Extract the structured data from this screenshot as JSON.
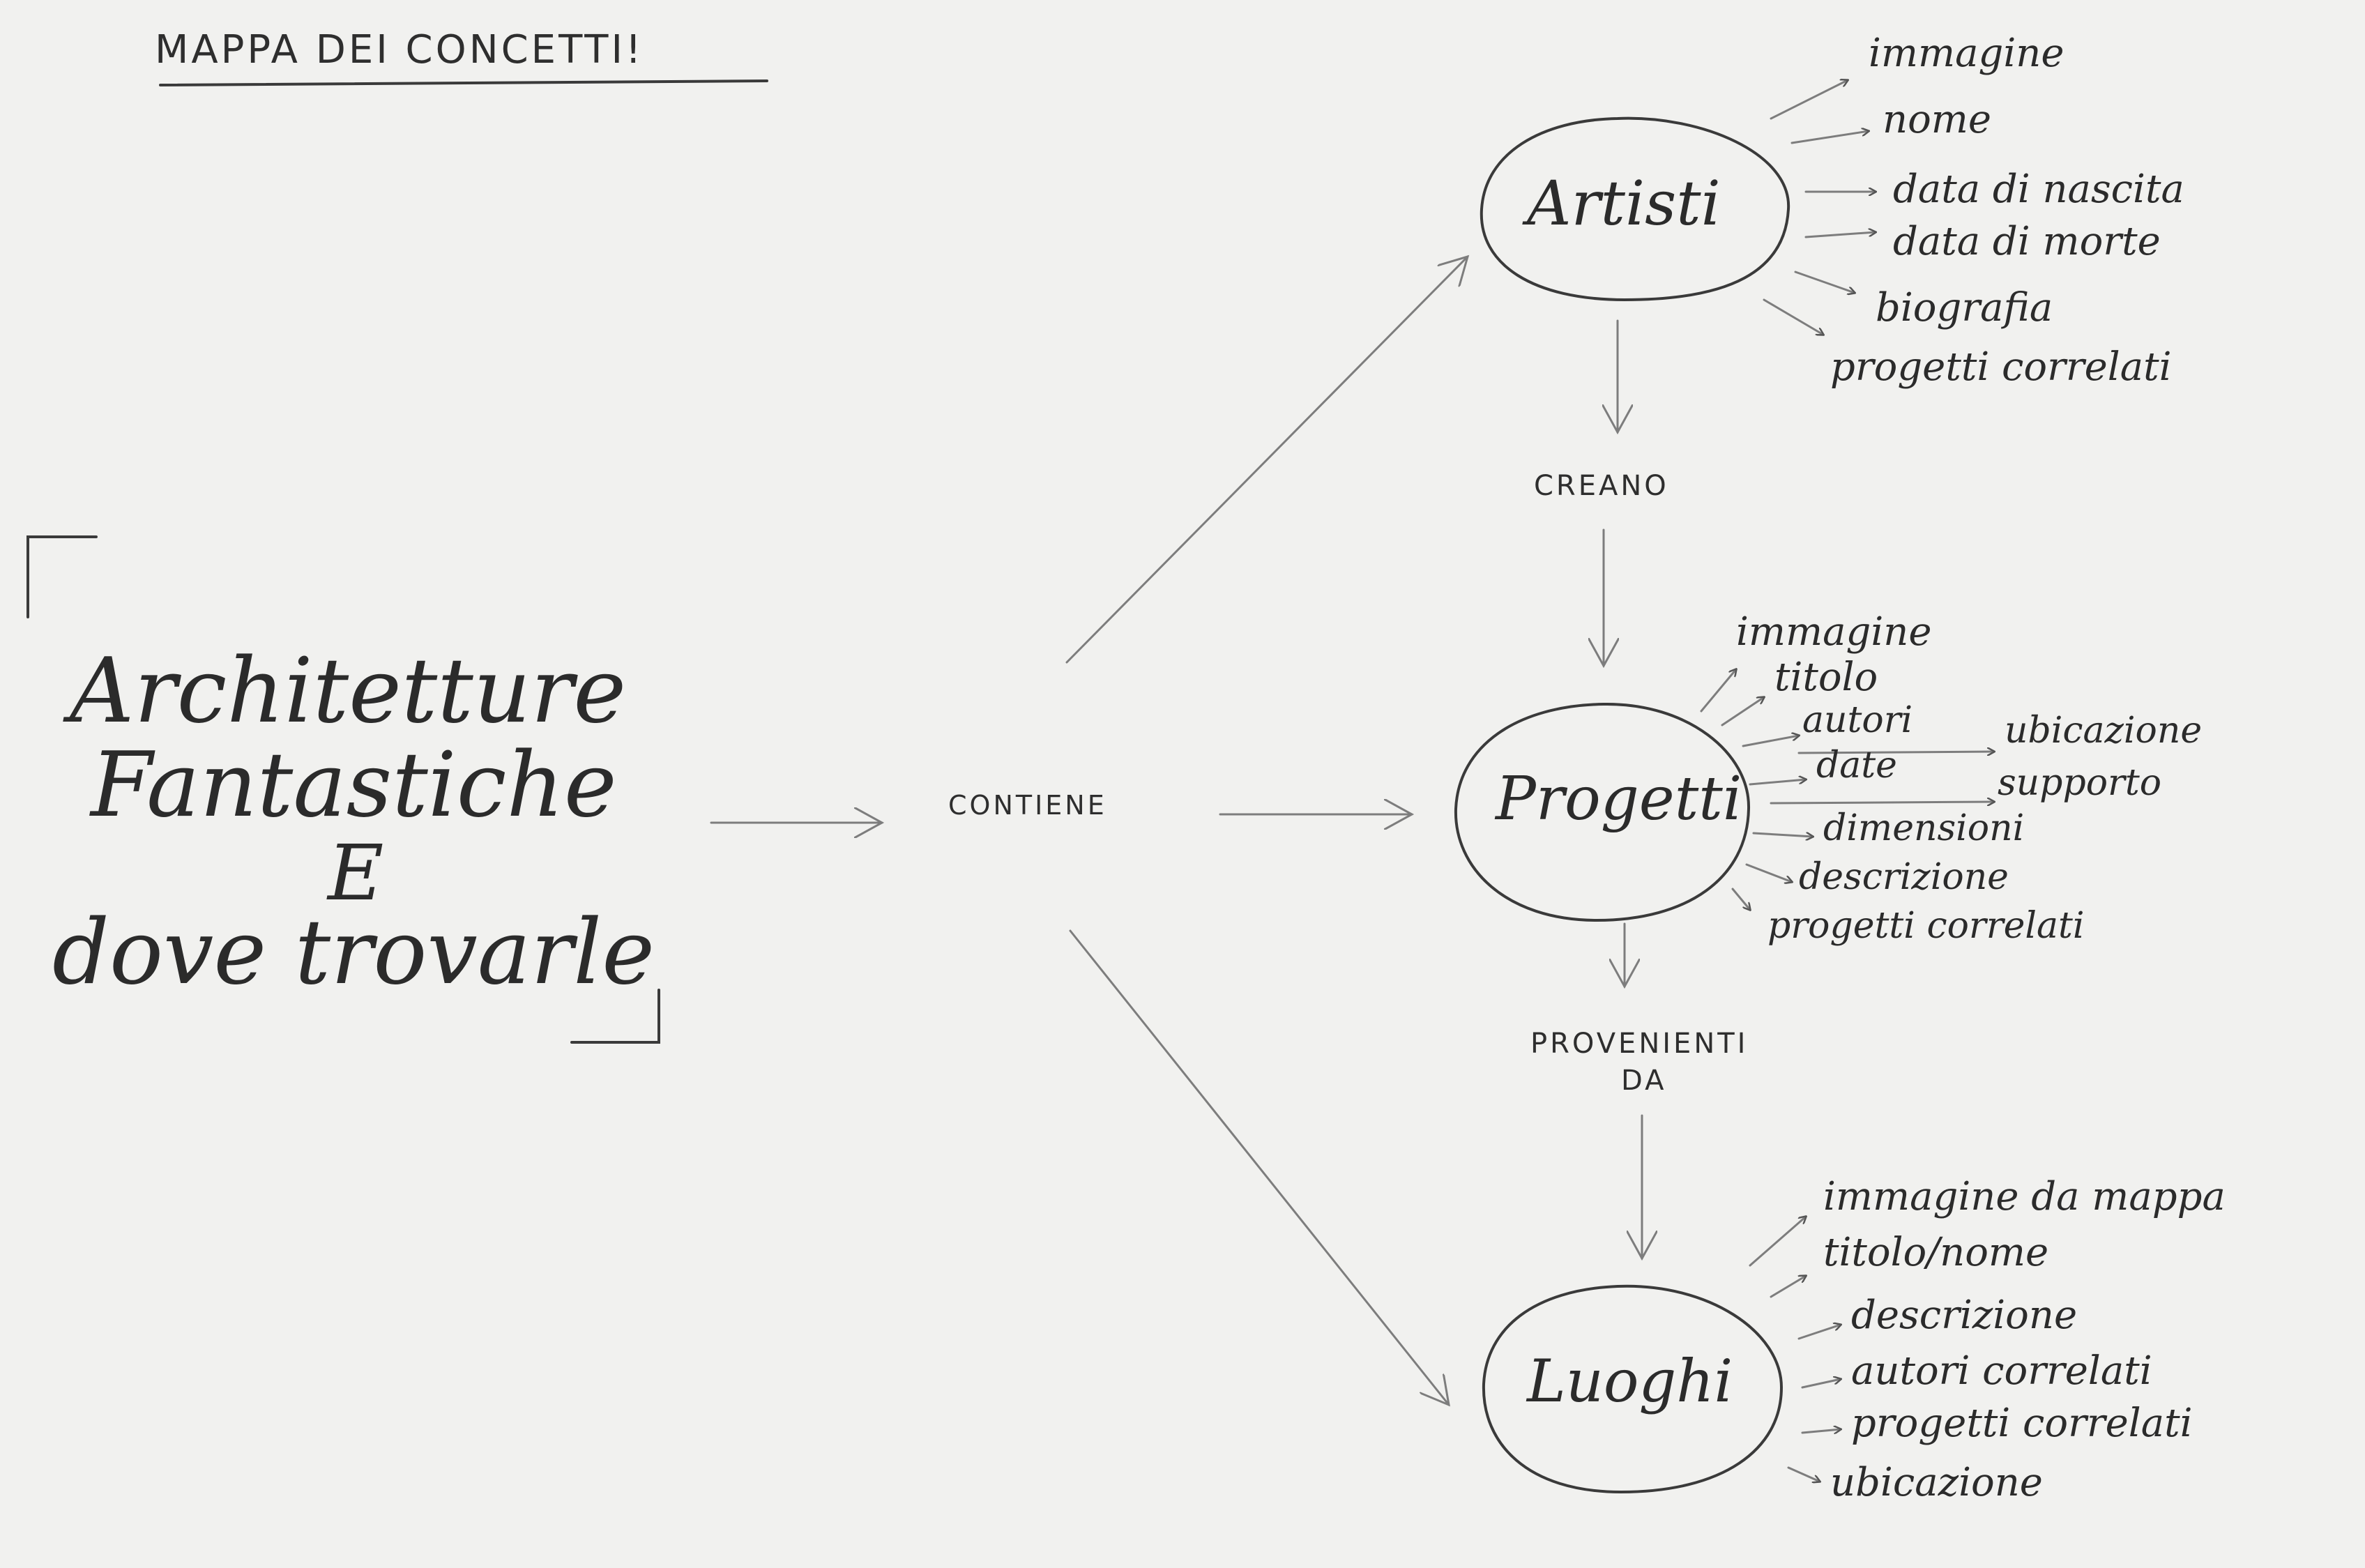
{
  "title": "MAPPA DEI CONCETTI!",
  "main_concept": {
    "line1": "Architetture",
    "line2": "Fantastiche",
    "line3": "E",
    "line4": "dove trovarle"
  },
  "relations": {
    "contiene": "CONTIENE",
    "creano": "CREANO",
    "provenienti_line1": "PROVENIENTI",
    "provenienti_line2": "DA"
  },
  "entities": {
    "artisti": {
      "name": "Artisti",
      "attributes": [
        "immagine",
        "nome",
        "data di nascita",
        "data di morte",
        "biografia",
        "progetti correlati"
      ]
    },
    "progetti": {
      "name": "Progetti",
      "attributes": [
        "immagine",
        "titolo",
        "autori",
        "date",
        "dimensioni",
        "descrizione",
        "progetti correlati"
      ],
      "sub_attributes": [
        "ubicazione",
        "supporto"
      ]
    },
    "luoghi": {
      "name": "Luoghi",
      "attributes": [
        "immagine da mappa",
        "titolo/nome",
        "descrizione",
        "autori correlati",
        "progetti correlati",
        "ubicazione"
      ]
    }
  },
  "colors": {
    "paper": "#f1f1ef",
    "ink": "#2b2b2b",
    "pencil": "#7d7d7d"
  }
}
